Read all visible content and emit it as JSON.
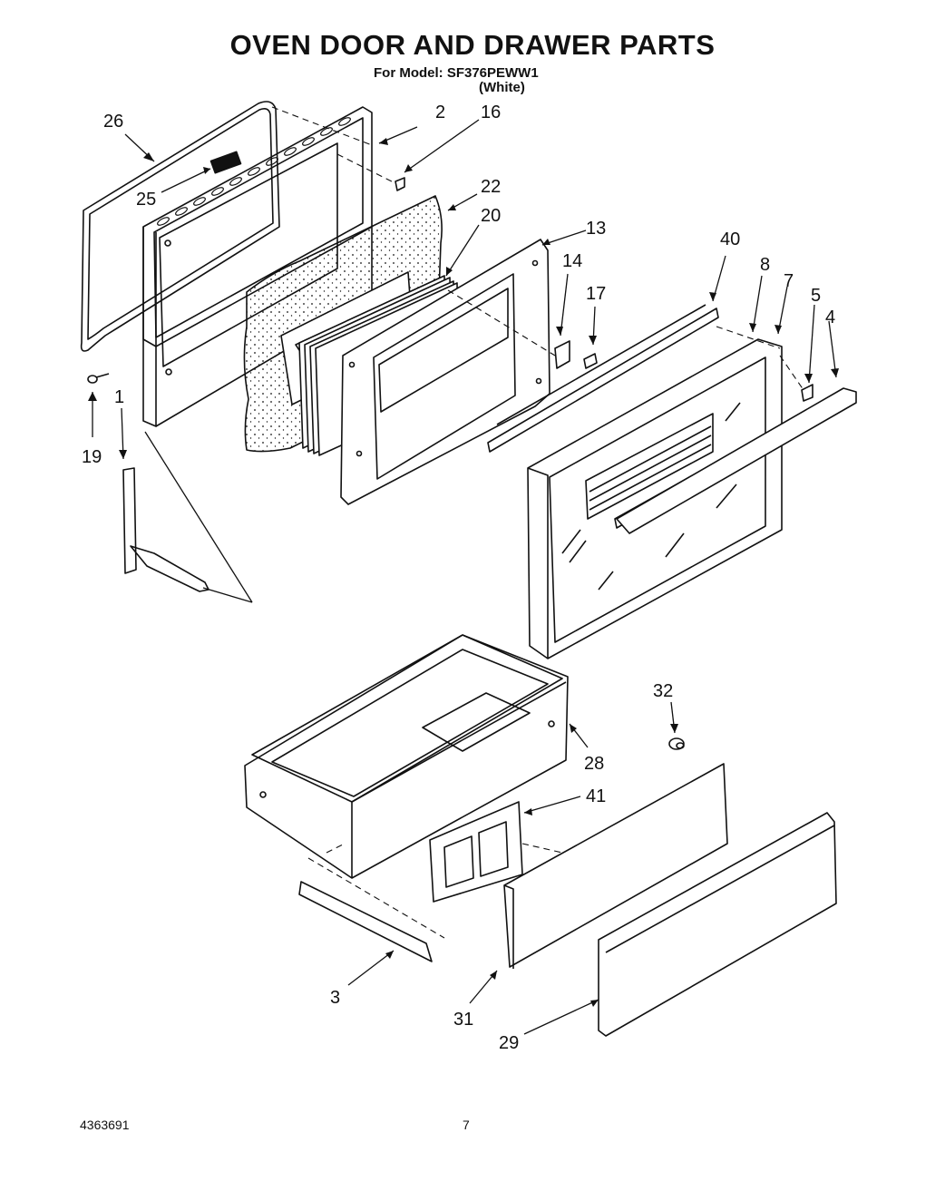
{
  "header": {
    "title": "OVEN DOOR AND DRAWER PARTS",
    "model_line": "For Model: SF376PEWW1",
    "color_line": "(White)"
  },
  "footer": {
    "document_number": "4363691",
    "page_number": "7"
  },
  "callouts": [
    {
      "id": "26",
      "label": "26"
    },
    {
      "id": "2",
      "label": "2"
    },
    {
      "id": "16",
      "label": "16"
    },
    {
      "id": "25",
      "label": "25"
    },
    {
      "id": "22",
      "label": "22"
    },
    {
      "id": "20",
      "label": "20"
    },
    {
      "id": "13",
      "label": "13"
    },
    {
      "id": "40",
      "label": "40"
    },
    {
      "id": "14",
      "label": "14"
    },
    {
      "id": "8",
      "label": "8"
    },
    {
      "id": "7",
      "label": "7"
    },
    {
      "id": "17",
      "label": "17"
    },
    {
      "id": "5",
      "label": "5"
    },
    {
      "id": "4",
      "label": "4"
    },
    {
      "id": "1",
      "label": "1"
    },
    {
      "id": "19",
      "label": "19"
    },
    {
      "id": "32",
      "label": "32"
    },
    {
      "id": "28",
      "label": "28"
    },
    {
      "id": "41",
      "label": "41"
    },
    {
      "id": "3",
      "label": "3"
    },
    {
      "id": "31",
      "label": "31"
    },
    {
      "id": "29",
      "label": "29"
    }
  ],
  "colors": {
    "ink": "#111111",
    "paper": "#ffffff"
  }
}
